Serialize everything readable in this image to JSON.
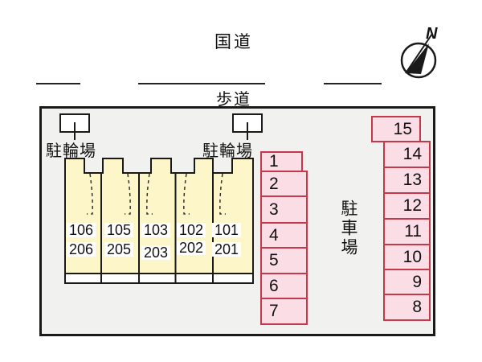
{
  "plan": {
    "road_label": "国道",
    "sidewalk_label": "歩道",
    "north_label": "N",
    "bicycle_parking_label": "駐輪場",
    "parking_lot_label": "駐車場",
    "building": {
      "rooms_row1": [
        "106",
        "105",
        "103",
        "102",
        "101"
      ],
      "rooms_row2": [
        "206",
        "205",
        "203",
        "202",
        "201"
      ]
    },
    "parking": {
      "left_spaces": [
        "1",
        "2",
        "3",
        "4",
        "5",
        "6",
        "7"
      ],
      "right_spaces": [
        "15",
        "14",
        "13",
        "12",
        "11",
        "10",
        "9",
        "8"
      ]
    },
    "colors": {
      "building_fill": "#fcf6c9",
      "parking_fill": "#fbdde6",
      "parking_border": "#c5374a",
      "site_fill": "#f1f1ef",
      "outline": "#1a1a1a"
    }
  }
}
